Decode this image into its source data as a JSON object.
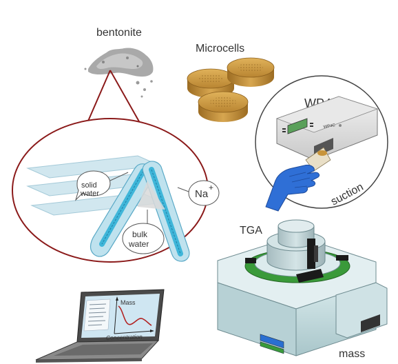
{
  "labels": {
    "bentonite": "bentonite",
    "microcells": "Microcells",
    "wp4c": "WP4C",
    "wp4c_device_text": "WP4C",
    "suction": "suction",
    "tga": "TGA",
    "mass": "mass",
    "solid_water_line1": "solid",
    "solid_water_line2": "water",
    "bulk_water_line1": "bulk",
    "bulk_water_line2": "water",
    "na": "Na",
    "na_charge": "+",
    "graph_ylabel": "Mass",
    "graph_xlabel": "Concentration"
  },
  "colors": {
    "zoom_circle": "#8b1a1a",
    "clay_layer": "#c8e4ee",
    "clay_core": "#3fb6d9",
    "microcell_gold": "#c8943a",
    "glove": "#2f6fd6",
    "tga_body": "#cfe3e6",
    "tga_ring": "#3a9a3a",
    "graph_curve": "#b22222"
  }
}
